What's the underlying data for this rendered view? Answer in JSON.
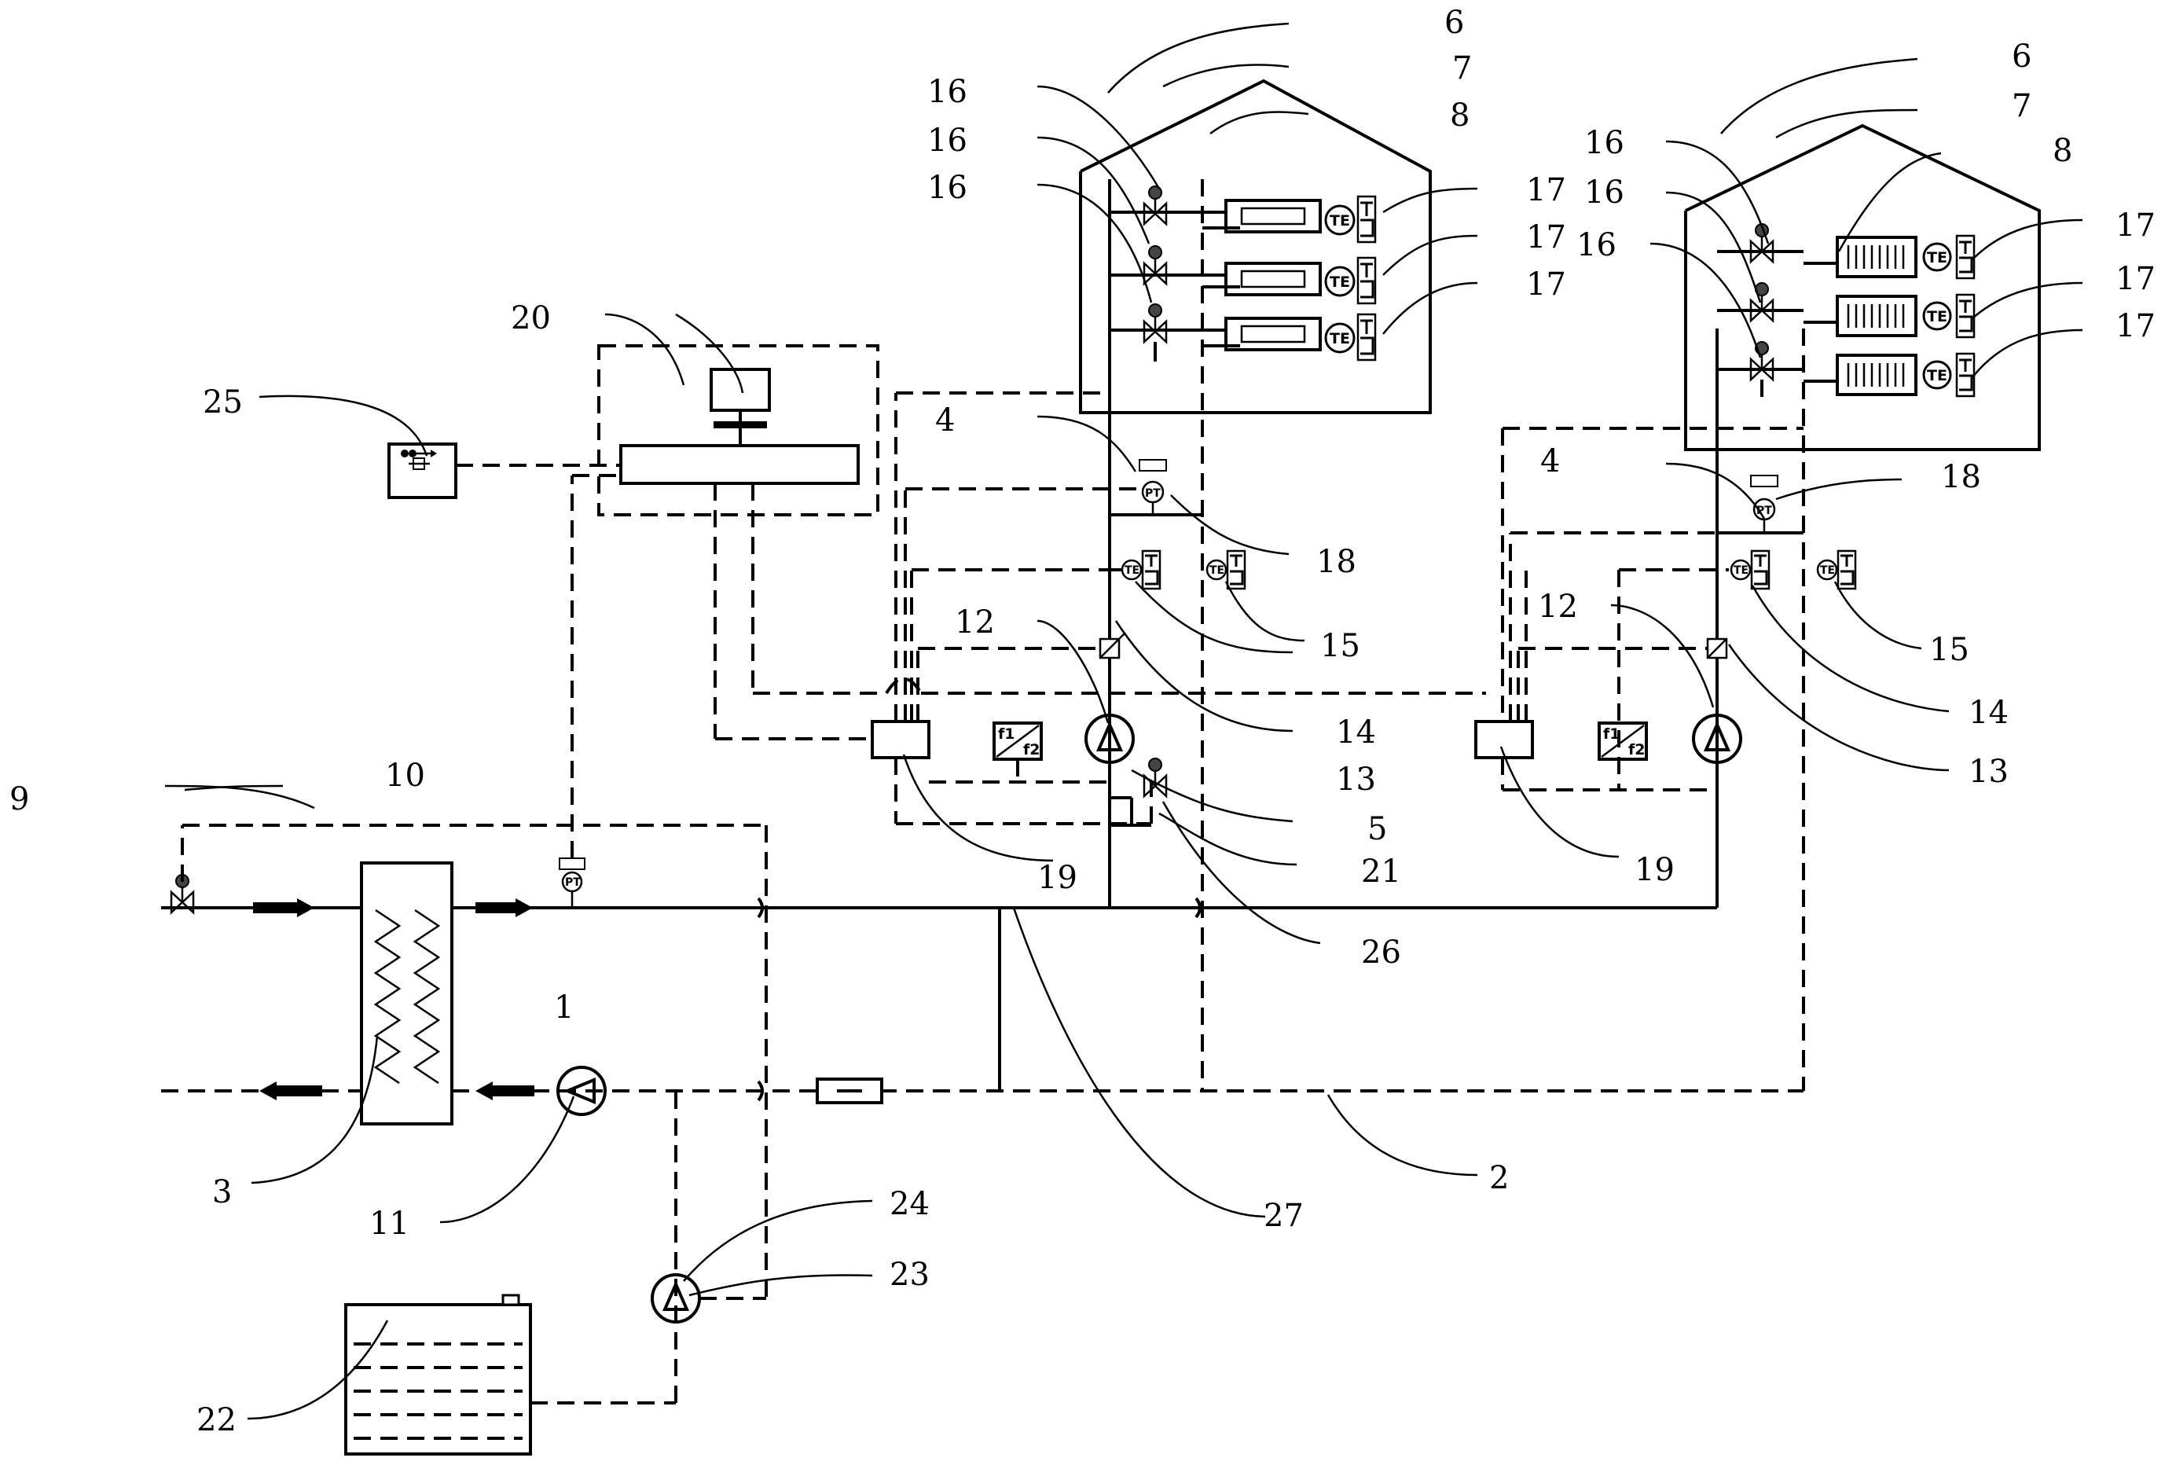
{
  "labels": {
    "l1": "1",
    "l2": "2",
    "l3": "3",
    "l4": "4",
    "l5": "5",
    "l6": "6",
    "l7": "7",
    "l8": "8",
    "l9": "9",
    "l10": "10",
    "l11": "11",
    "l12": "12",
    "l13": "13",
    "l14": "14",
    "l15": "15",
    "l16": "16",
    "l17": "17",
    "l18": "18",
    "l19": "19",
    "l20": "20",
    "l21": "21",
    "l22": "22",
    "l23": "23",
    "l24": "24",
    "l25": "25",
    "l26": "26",
    "l27": "27"
  },
  "instrument_text": {
    "te": "TE",
    "pt": "PT",
    "f1": "f1",
    "f2": "f2"
  }
}
